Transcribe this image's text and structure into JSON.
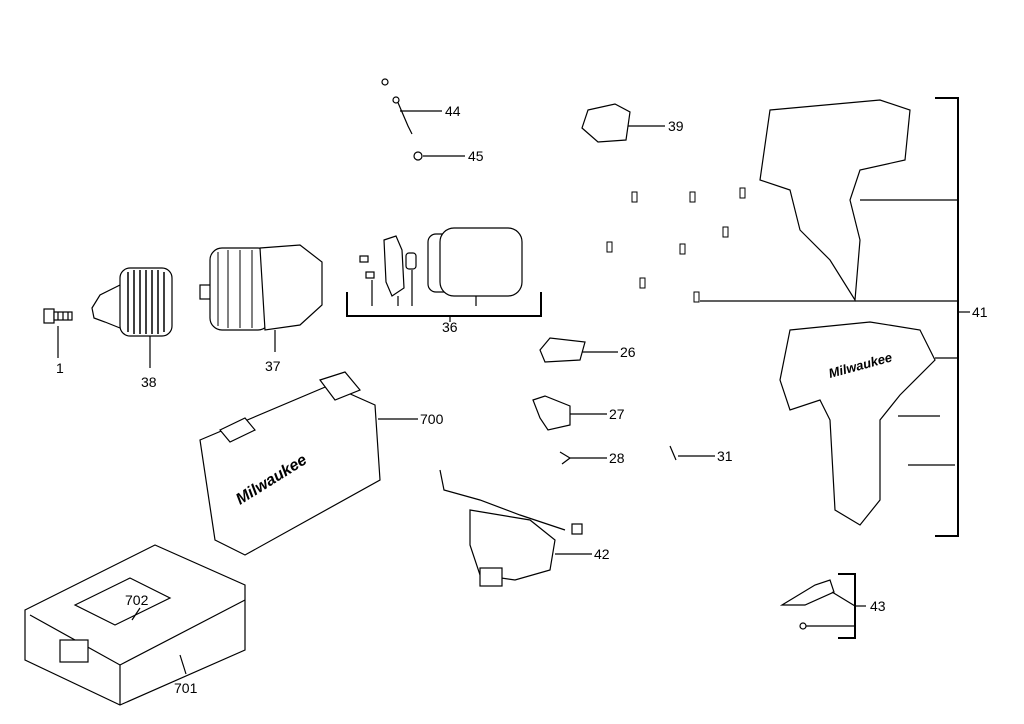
{
  "title": "Exploded parts diagram - cordless drill driver",
  "colors": {
    "line": "#000000",
    "background": "#ffffff"
  },
  "brand_logo_text": "Milwaukee",
  "parts": [
    {
      "id": "1"
    },
    {
      "id": "38"
    },
    {
      "id": "37"
    },
    {
      "id": "36"
    },
    {
      "id": "44"
    },
    {
      "id": "45"
    },
    {
      "id": "39"
    },
    {
      "id": "41"
    },
    {
      "id": "26"
    },
    {
      "id": "27"
    },
    {
      "id": "28"
    },
    {
      "id": "31"
    },
    {
      "id": "700"
    },
    {
      "id": "42"
    },
    {
      "id": "702"
    },
    {
      "id": "701"
    },
    {
      "id": "43"
    }
  ]
}
